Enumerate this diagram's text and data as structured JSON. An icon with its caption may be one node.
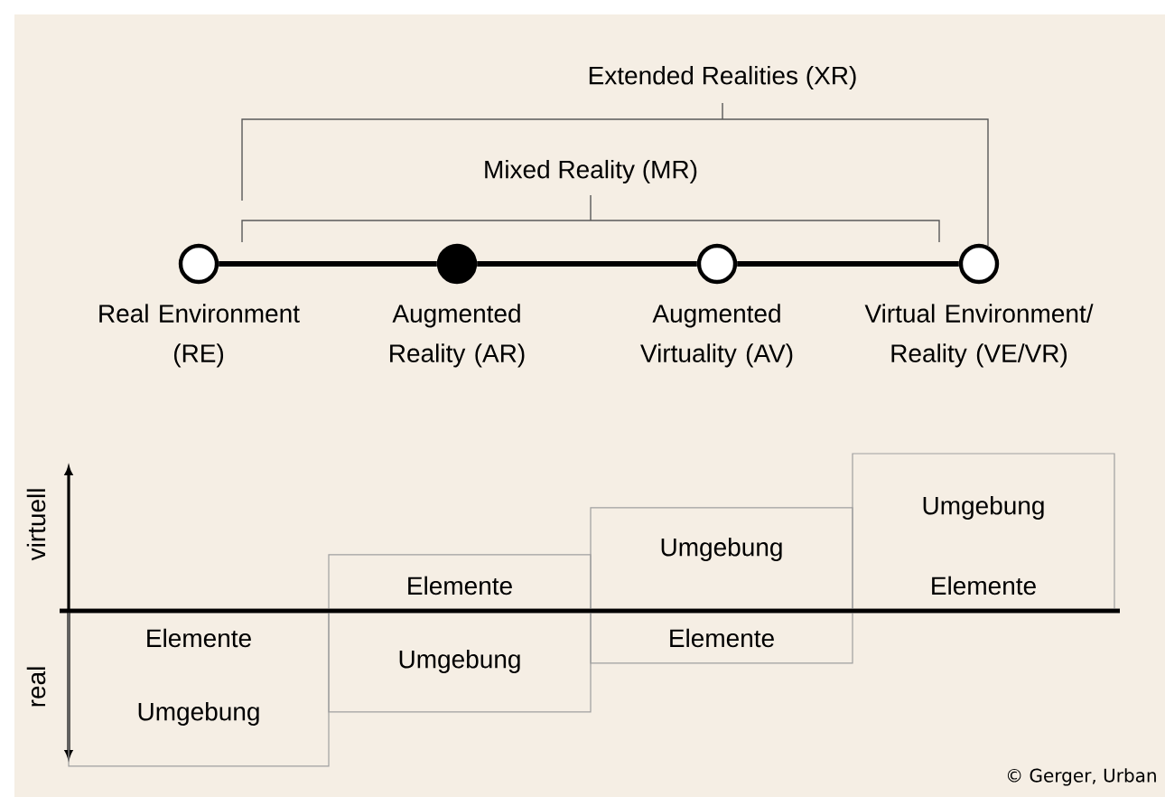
{
  "diagram": {
    "nodes": [
      {
        "text": [],
        "shape": "circle",
        "beside": [
          "Real Environment (RE)"
        ]
      },
      {
        "text": [],
        "shape": "dot",
        "beside": [
          "Augmented Reality (AR)"
        ]
      },
      {
        "text": [],
        "shape": "circle",
        "beside": [
          "Augmented Virtuality (AV)"
        ]
      },
      {
        "text": [],
        "shape": "circle",
        "beside": [
          "Virtual Environment/ Reality (VE/VR)"
        ]
      },
      {
        "text": [
          "Elemente",
          "Umgebung"
        ]
      },
      {
        "text": [
          "Elemente",
          "Umgebung"
        ]
      },
      {
        "text": [
          "Umgebung",
          "Elemente"
        ]
      },
      {
        "text": [
          "Umgebung",
          "Elemente"
        ]
      }
    ],
    "edges": [
      {
        "from": 0,
        "to": 1,
        "arrow": "none"
      },
      {
        "from": 1,
        "to": 2,
        "arrow": "none"
      },
      {
        "from": 2,
        "to": 3,
        "arrow": "none"
      }
    ],
    "labels": [
      "Extended Realities (XR)",
      "Mixed Reality (MR)",
      "virtuell",
      "real",
      "© Gerger, Urban"
    ]
  }
}
